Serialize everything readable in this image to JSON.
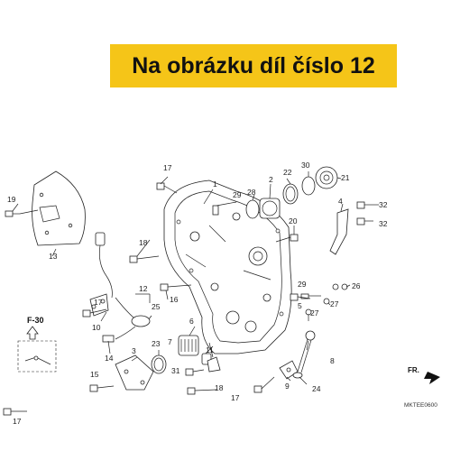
{
  "banner": {
    "text": "Na obrázku díl číslo 12",
    "color": "#f5c518"
  },
  "ref": {
    "section": "F-30",
    "direction": "FR.",
    "code": "MKTEE0600"
  },
  "callouts": {
    "c1": "1",
    "c2": "2",
    "c3": "3",
    "c4": "4",
    "c5": "5",
    "c6": "6",
    "c7": "7",
    "c8": "8",
    "c9": "9",
    "c10": "10",
    "c11": "11",
    "c12": "12",
    "c13": "13",
    "c14": "14",
    "c15": "15",
    "c16": "16",
    "c17a": "17",
    "c17b": "17",
    "c17c": "17",
    "c17d": "17",
    "c18a": "18",
    "c18b": "18",
    "c19": "19",
    "c20": "20",
    "c21": "21",
    "c22": "22",
    "c23": "23",
    "c24": "24",
    "c25": "25",
    "c26": "26",
    "c27a": "27",
    "c27b": "27",
    "c28": "28",
    "c29a": "29",
    "c29b": "29",
    "c30": "30",
    "c31": "31",
    "c32a": "32",
    "c32b": "32"
  }
}
